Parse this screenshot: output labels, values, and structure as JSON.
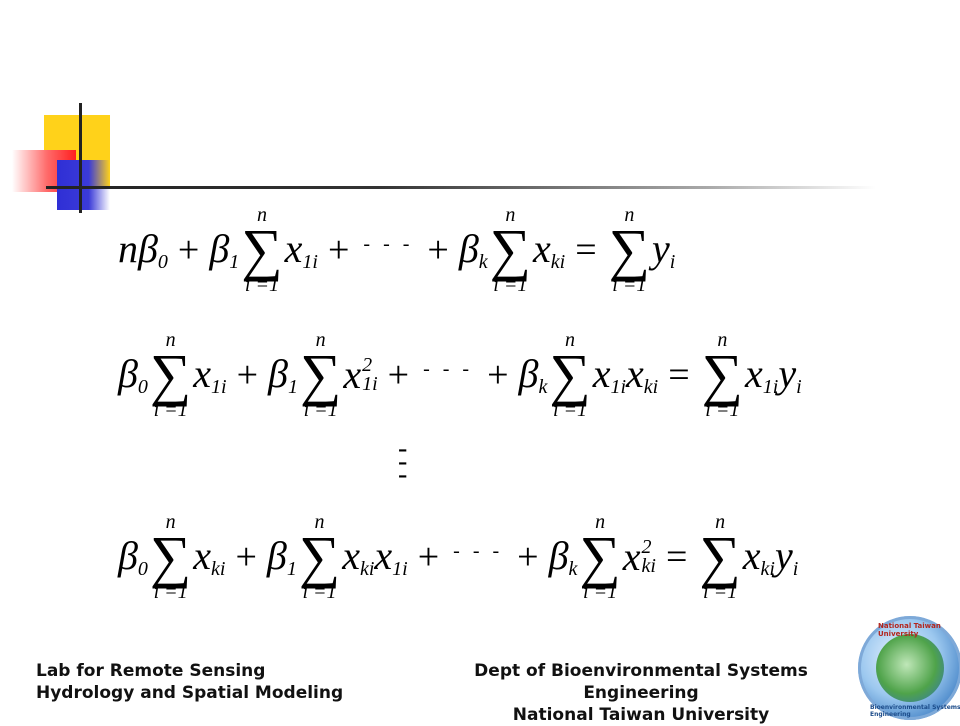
{
  "footer": {
    "left_line1": "Lab for Remote Sensing",
    "left_line2": "Hydrology and Spatial Modeling",
    "right_line1": "Dept of Bioenvironmental Systems Engineering",
    "right_line2": "National Taiwan University"
  },
  "logo": {
    "ring_top": "National Taiwan University",
    "ring_bottom": "Bioenvironmental Systems Engineering"
  },
  "equations": {
    "lim_upper": "n",
    "lim_lower": "i =1",
    "equals": "=",
    "plus": "+",
    "dots": "- - -",
    "vdots": "⋮"
  }
}
